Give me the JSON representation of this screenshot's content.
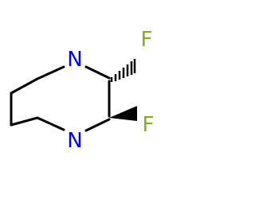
{
  "molecule": {
    "atoms": {
      "n_top": {
        "symbol": "N",
        "color": "#0000ff"
      },
      "n_bottom": {
        "symbol": "N",
        "color": "#0000ff"
      },
      "f_top": {
        "symbol": "F",
        "color": "#80b01f"
      },
      "f_bottom": {
        "symbol": "F",
        "color": "#80b01f"
      }
    },
    "bond_color": "#000000"
  }
}
